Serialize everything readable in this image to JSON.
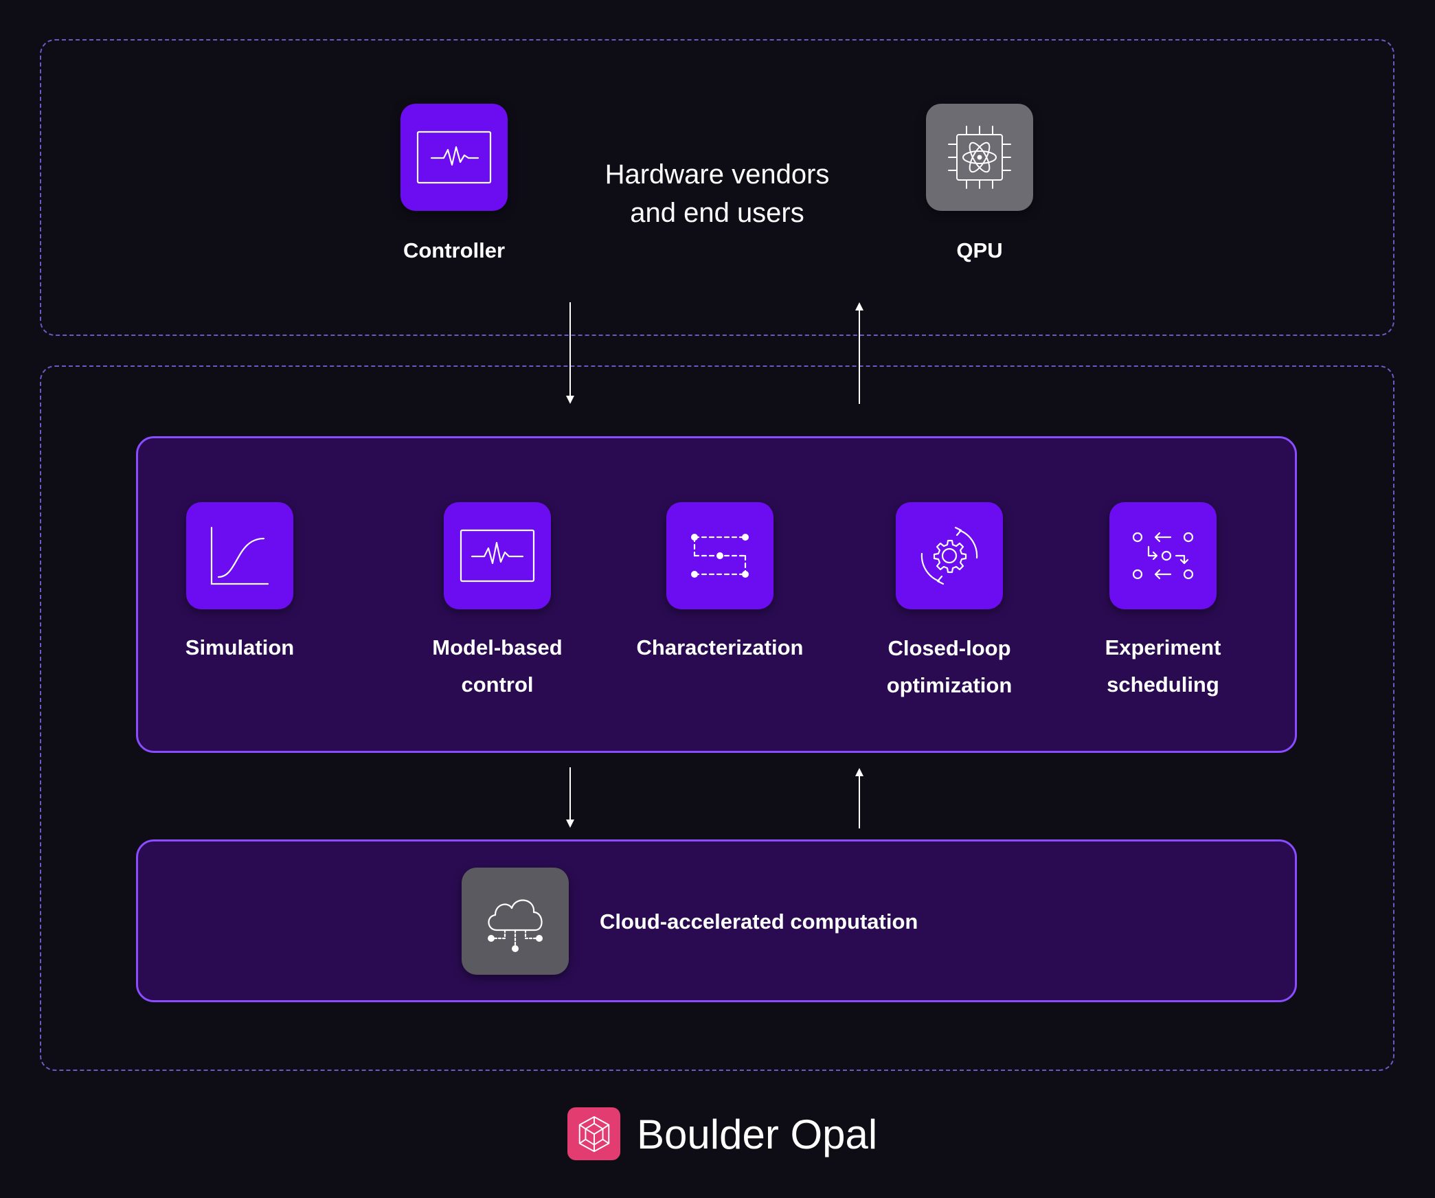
{
  "top_section": {
    "title_line1": "Hardware vendors",
    "title_line2": "and end users",
    "controller_label": "Controller",
    "qpu_label": "QPU"
  },
  "modules": {
    "simulation": [
      "Simulation",
      ""
    ],
    "model_based_control": [
      "Model-based",
      "control"
    ],
    "characterization": [
      "Characterization",
      ""
    ],
    "closed_loop_optimization": [
      "Closed-loop",
      "optimization"
    ],
    "experiment_scheduling": [
      "Experiment",
      "scheduling"
    ]
  },
  "compute": {
    "label": "Cloud-accelerated computation"
  },
  "brand": {
    "name": "Boulder Opal"
  },
  "colors": {
    "background": "#0e0d16",
    "panel": "#2a0b52",
    "panel_border": "#8a4cff",
    "accent_purple": "#6c0cf0",
    "gray_tile": "#6d6c72",
    "logo_pink": "#e23c70",
    "dashed_border": "#6a5ac4"
  },
  "icons": {
    "controller": "waveform-monitor-icon",
    "qpu": "atom-chip-icon",
    "simulation": "sigmoid-curve-icon",
    "model_based_control": "waveform-monitor-icon",
    "characterization": "dashed-path-nodes-icon",
    "closed_loop_optimization": "gear-cycle-icon",
    "experiment_scheduling": "node-arrows-icon",
    "compute": "cloud-network-icon",
    "brand": "boulder-opal-logo-icon"
  }
}
